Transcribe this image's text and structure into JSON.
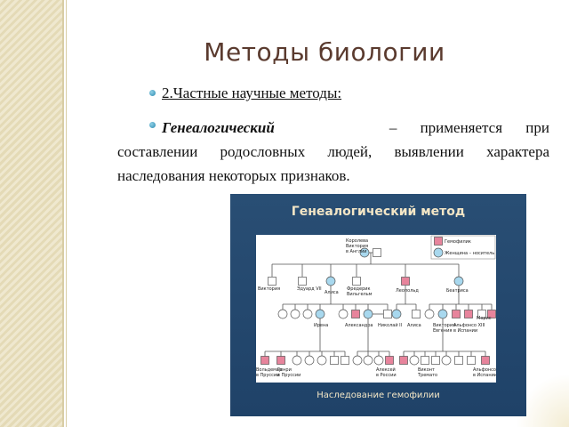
{
  "slide": {
    "title": "Методы биологии",
    "bullet1": "2.Частные научные методы:",
    "bullet2_term": "Генеалогический",
    "bullet2_line1": "– применяется при",
    "bullet2_rest": "составлении родословных людей, выявлении характера наследования некоторых признаков."
  },
  "figure": {
    "title": "Генеалогический метод",
    "caption": "Наследование гемофилии",
    "legend": {
      "affected_male": "Гемофилик",
      "carrier_female": "Женщина – носитель"
    },
    "names": {
      "victoria_queen_l1": "Королева",
      "victoria_queen_l2": "Виктория",
      "victoria_queen_l3": "в Англии",
      "victoria": "Виктория",
      "edward": "Эдуард VII",
      "alice": "Алиса",
      "frederick_l1": "Фредерик",
      "frederick_l2": "Вильгельм",
      "leopold": "Леопольд",
      "beatrice": "Беатриса",
      "irene": "Ирена",
      "alexandra": "Александра",
      "nikolai": "Николай II",
      "alisa2": "Алиса",
      "victoria_eugenia_l1": "Виктория-",
      "victoria_eugenia_l2": "Евгения",
      "alfonso13_l1": "Альфонсо XIII",
      "alfonso13_l2": "в Испании",
      "maurice": "Морис",
      "waldemar_l1": "Вольдемар",
      "waldemar_l2": "в Пруссии",
      "henry_l1": "Генри",
      "henry_l2": "в Пруссии",
      "alexei_l1": "Алексей",
      "alexei_l2": "в России",
      "viscount_l1": "Виконт",
      "viscount_l2": "Тремато",
      "alfonso_jr_l1": "Альфонсо",
      "alfonso_jr_l2": "в Испании"
    },
    "colors": {
      "affected": "#e7849c",
      "carrier": "#a8d8ee",
      "unaffected": "#ffffff",
      "line": "#555555"
    }
  }
}
